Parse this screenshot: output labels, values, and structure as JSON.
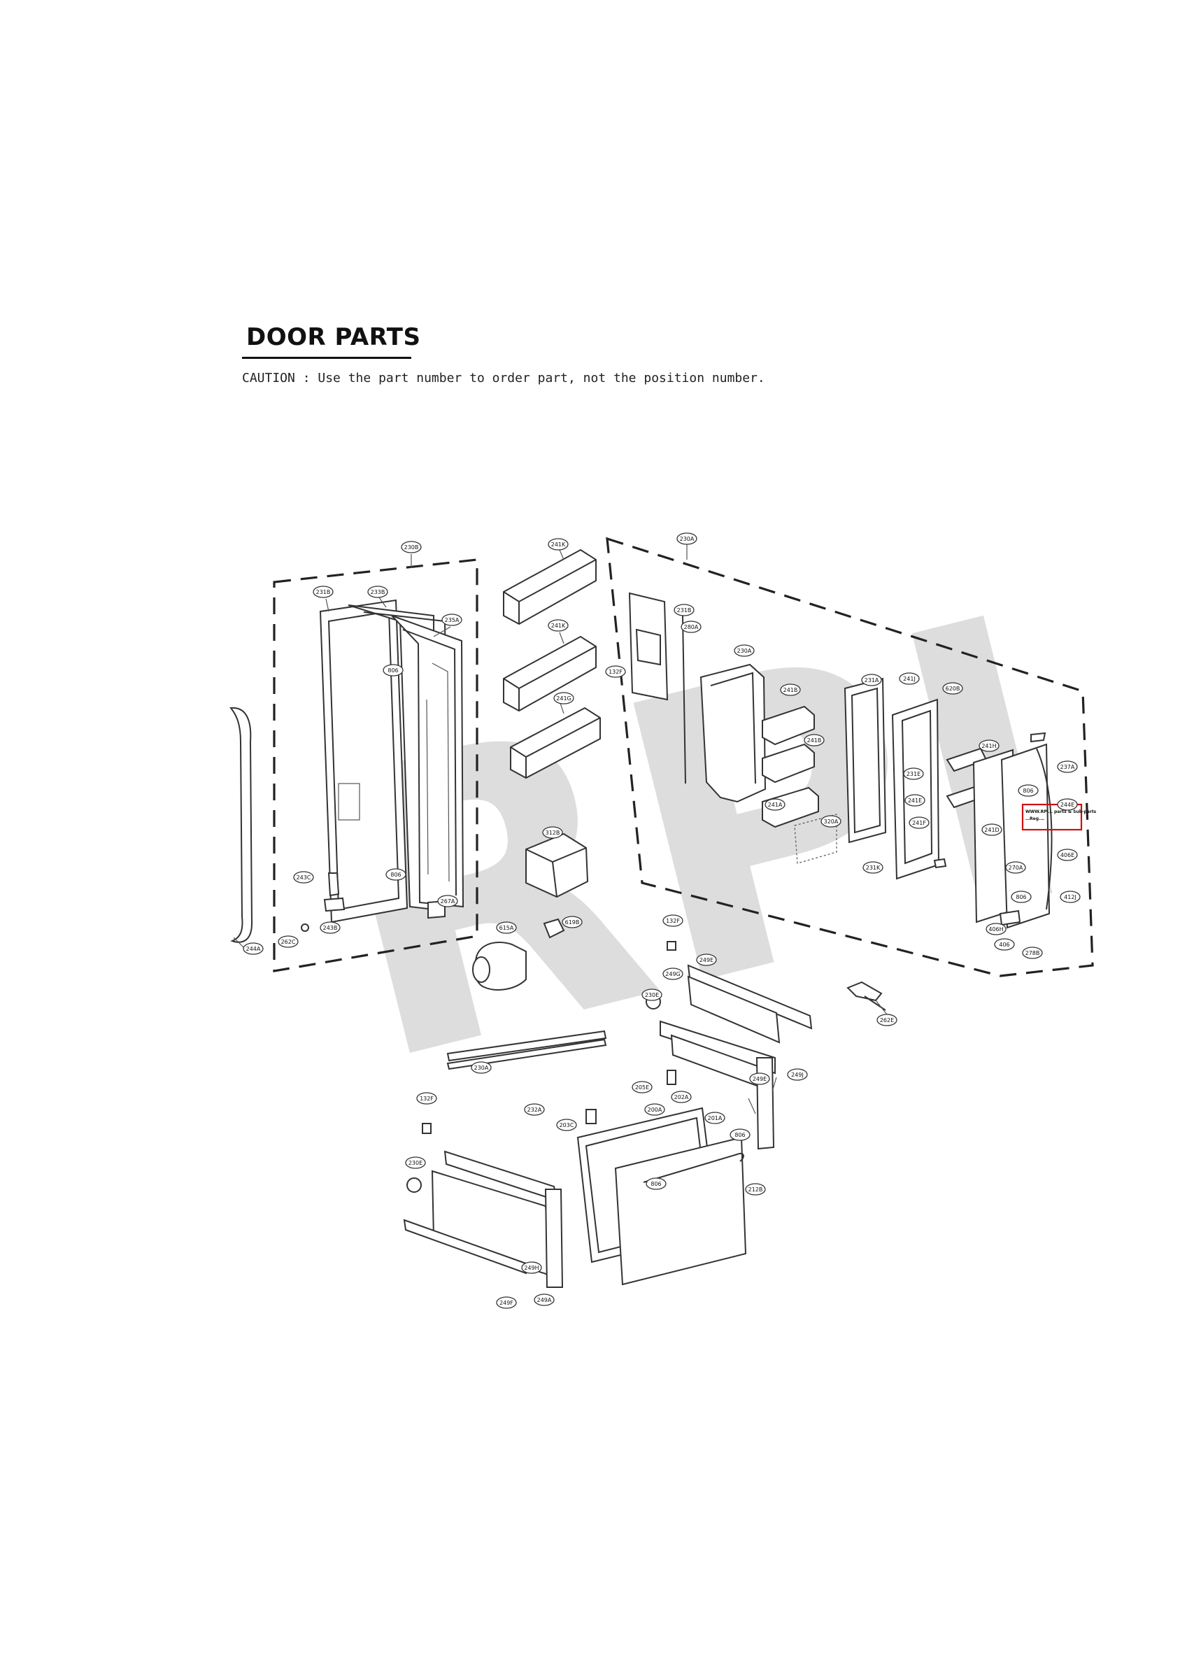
{
  "header": {
    "title": "DOOR PARTS",
    "caution": "CAUTION : Use the part number to order part, not the position number."
  },
  "watermark": "RPI",
  "colors": {
    "line": "#333333",
    "watermark": "#cfcfcf",
    "note_box": "#d01010"
  },
  "note": {
    "line1": "WWW.RPI… parts & Sub-parts",
    "line2": "…Reg.…"
  },
  "callouts": {
    "c230B": "230B",
    "c231B": "231B",
    "c233B": "233B",
    "c235A": "235A",
    "c806a": "806",
    "c806b": "806",
    "c243C": "243C",
    "c243B": "243B",
    "c262C": "262C",
    "c244A": "244A",
    "c267A": "267A",
    "c241Ka": "241K",
    "c241Kb": "241K",
    "c241G": "241G",
    "c312B": "312B",
    "c615A": "615A",
    "c619B": "619B",
    "c230A": "230A",
    "c132Fa": "132F",
    "c231Ba": "231B",
    "c280A": "280A",
    "c230Ab": "230A",
    "c241Ba": "241B",
    "c241Bb": "241B",
    "c241A": "241A",
    "c231A": "231A",
    "c241J": "241J",
    "c620B": "620B",
    "c241H": "241H",
    "c231E": "231E",
    "c231K": "231K",
    "c241E": "241E",
    "c241F": "241F",
    "c241D": "241D",
    "c320A": "320A",
    "c249E": "249E",
    "c249G": "249G",
    "c230E": "230E",
    "c262E": "262E",
    "c249J": "249J",
    "c132Fb": "132F",
    "c230Aa": "230A",
    "c232A": "232A",
    "c132Fc": "132F",
    "c205E": "205E",
    "c203C": "203C",
    "c200A": "200A",
    "c202A": "202A",
    "c201A": "201A",
    "c806c": "806",
    "c806d": "806",
    "c212B": "212B",
    "c230Eb": "230E",
    "c249H": "249H",
    "c249F": "249F",
    "c249A": "249A",
    "c249Ea": "249E",
    "c806e": "806",
    "c806f": "806",
    "c237A": "237A",
    "c244E": "244E",
    "c406E": "406E",
    "c412J": "412J",
    "c406H": "406H",
    "c278B": "278B",
    "c406": "406",
    "c270A": "270A"
  }
}
